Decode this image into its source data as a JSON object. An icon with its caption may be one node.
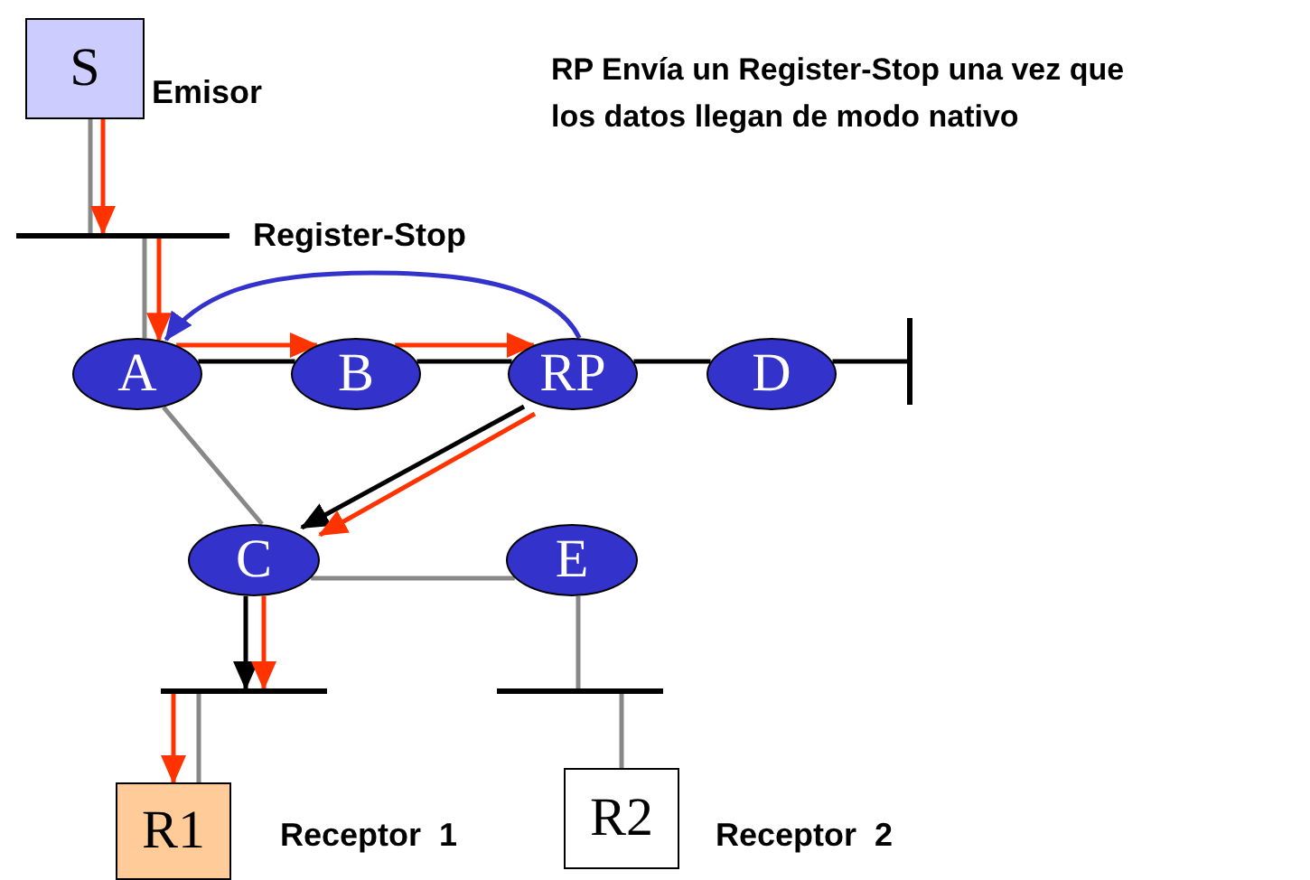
{
  "diagram": {
    "title": "RP Envía un Register-Stop una vez que los datos llegan de modo nativo",
    "nodes": [
      {
        "text": [
          "S"
        ],
        "beside": [
          "Emisor"
        ]
      },
      {
        "text": [],
        "shape": "bar"
      },
      {
        "text": [
          "A"
        ]
      },
      {
        "text": [
          "B"
        ]
      },
      {
        "text": [
          "RP"
        ]
      },
      {
        "text": [
          "D"
        ]
      },
      {
        "text": [],
        "shape": "bar"
      },
      {
        "text": [
          "C"
        ]
      },
      {
        "text": [
          "E"
        ]
      },
      {
        "text": [],
        "shape": "bar"
      },
      {
        "text": [],
        "shape": "bar"
      },
      {
        "text": [
          "R1"
        ],
        "beside": [
          "Receptor  1"
        ]
      },
      {
        "text": [
          "R2"
        ],
        "beside": [
          "Receptor  2"
        ]
      }
    ],
    "edges": [
      {
        "from": 0,
        "to": 1,
        "arrow": "none"
      },
      {
        "from": 0,
        "to": 1,
        "arrow": "to",
        "color": "#ff3300"
      },
      {
        "from": 1,
        "to": 2,
        "arrow": "none"
      },
      {
        "from": 1,
        "to": 2,
        "arrow": "to",
        "color": "#ff3300"
      },
      {
        "from": 4,
        "to": 2,
        "arrow": "to",
        "label": "Register-Stop",
        "color": "#3333cc"
      },
      {
        "from": 2,
        "to": 3,
        "arrow": "none",
        "color": "#000000"
      },
      {
        "from": 2,
        "to": 3,
        "arrow": "to",
        "color": "#ff3300"
      },
      {
        "from": 3,
        "to": 4,
        "arrow": "none",
        "color": "#000000"
      },
      {
        "from": 3,
        "to": 4,
        "arrow": "to",
        "color": "#ff3300"
      },
      {
        "from": 4,
        "to": 5,
        "arrow": "none",
        "color": "#000000"
      },
      {
        "from": 5,
        "to": 6,
        "arrow": "none",
        "color": "#000000"
      },
      {
        "from": 2,
        "to": 7,
        "arrow": "none"
      },
      {
        "from": 4,
        "to": 7,
        "arrow": "to",
        "color": "#000000"
      },
      {
        "from": 4,
        "to": 7,
        "arrow": "to",
        "color": "#ff3300"
      },
      {
        "from": 7,
        "to": 8,
        "arrow": "none"
      },
      {
        "from": 7,
        "to": 9,
        "arrow": "to",
        "color": "#000000"
      },
      {
        "from": 7,
        "to": 9,
        "arrow": "to",
        "color": "#ff3300"
      },
      {
        "from": 8,
        "to": 10,
        "arrow": "none"
      },
      {
        "from": 9,
        "to": 11,
        "arrow": "none"
      },
      {
        "from": 9,
        "to": 11,
        "arrow": "to",
        "color": "#ff3300"
      },
      {
        "from": 10,
        "to": 12,
        "arrow": "none"
      }
    ]
  }
}
